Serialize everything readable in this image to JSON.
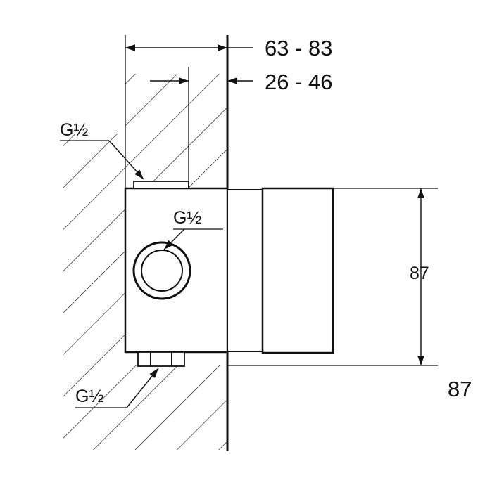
{
  "dimensions": {
    "total_depth": "63 - 83",
    "install_depth": "26 - 46",
    "height": "87",
    "width": "87"
  },
  "connections": {
    "top_thread": "G½",
    "side_thread": "G½",
    "bottom_thread": "G½"
  },
  "colors": {
    "line": "#111111",
    "background": "#ffffff"
  }
}
